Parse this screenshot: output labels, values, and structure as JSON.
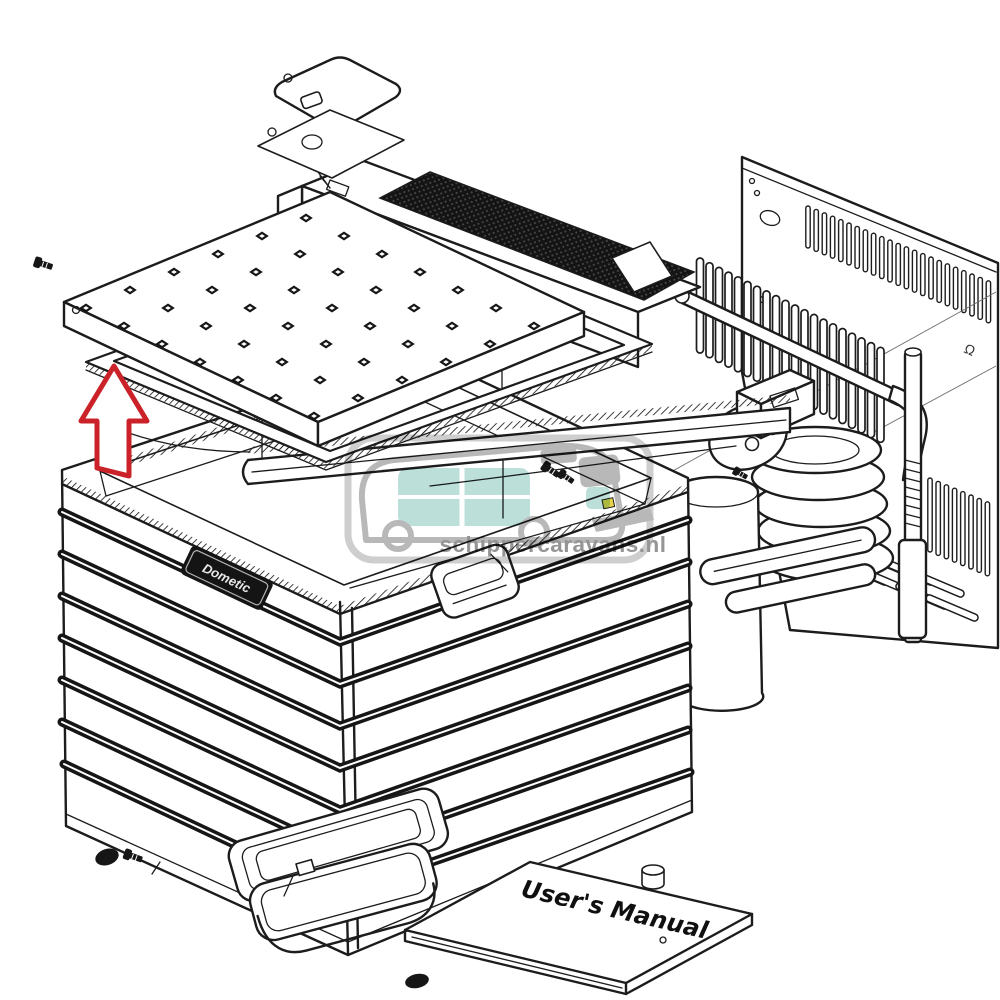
{
  "diagram": {
    "watermark_text": "schippercaravans.nl",
    "badge_text": "Dometic",
    "manual_text": "User's Manual",
    "panel_mark": "Ω"
  },
  "colors": {
    "background": "#ffffff",
    "line": "#1c1c1c",
    "arrow_red": "#cb2229",
    "highlight_yellow": "#e8d44a",
    "watermark_frame": "#cccccc",
    "watermark_gray": "#b4b4b4",
    "watermark_teal": "#b9ded8",
    "watermark_text": "#8f8f8f",
    "mesh_dark": "#141414"
  },
  "parts": [
    "small-service-lid",
    "lid-gasket",
    "vent-housing-with-mesh",
    "perforated-top-lid",
    "lid-seal-frame",
    "red-up-arrow",
    "cooler-box",
    "brand-badge",
    "side-handle",
    "evaporator-plate",
    "cooling-unit-back-panel",
    "condenser-fins",
    "absorber-coil",
    "boiler-tank",
    "burner-assembly",
    "flue-tube",
    "ice-tray-lid",
    "drip-tray",
    "user-manual",
    "rubber-feet",
    "screws",
    "watermark"
  ]
}
